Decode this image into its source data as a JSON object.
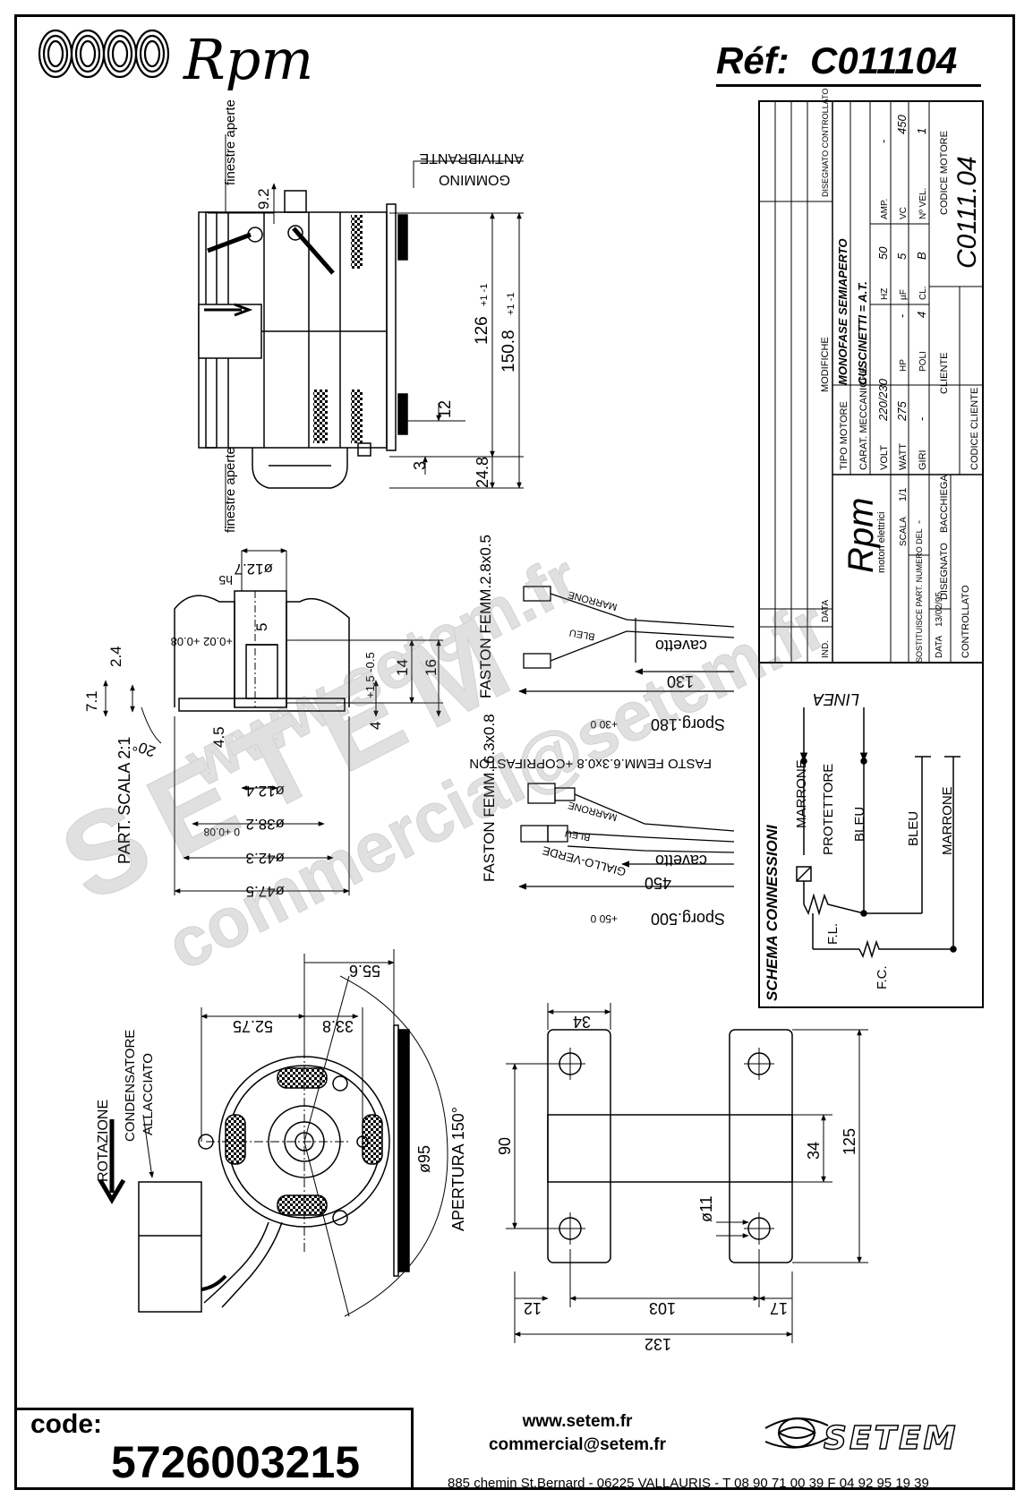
{
  "header": {
    "brand": "Rpm",
    "ref_label": "Réf:",
    "ref_code": "C011104"
  },
  "title_block": {
    "modifiche": "MODIFICHE",
    "disegnato_controllato": "DISEGNATO CONTROLLATO",
    "ind": "IND.",
    "data_col": "DATA",
    "tipo_motore_label": "TIPO MOTORE",
    "tipo_motore_value": "MONOFASE SEMIAPERTO",
    "carat_label": "CARAT. MECCANICHE",
    "carat_value": "CUSCINETTI = A.T.",
    "volt_label": "VOLT",
    "volt_value": "220/230",
    "hz_label": "HZ",
    "hz_value": "50",
    "amp_label": "AMP.",
    "amp_value": "-",
    "watt_label": "WATT",
    "watt_value": "275",
    "hp_label": "HP",
    "hp_value": "-",
    "uf_label": "µF",
    "uf_value": "5",
    "vc_label": "VC",
    "vc_value": "450",
    "giri_label": "GIRI",
    "giri_value": "-",
    "poli_label": "POLI",
    "poli_value": "4",
    "cl_label": "CL.",
    "cl_value": "B",
    "nvel_label": "Nº VEL.",
    "nvel_value": "1",
    "cliente_label": "CLIENTE",
    "codice_motore_label": "CODICE MOTORE",
    "codice_motore_value": "C0111.04",
    "codice_cliente_label": "CODICE CLIENTE",
    "company": "Rpm",
    "company_sub": "motori elettrici",
    "sostituisce": "SOSTITUISCE PART. NUMERO DEL",
    "sostituisce_value": "-",
    "scala_label": "SCALA",
    "scala_value": "1/1",
    "data_label": "DATA",
    "data_value": "13/02/95",
    "disegnato_label": "DISEGNATO",
    "disegnato_value": "BACCHIEGA",
    "controllato_label": "CONTROLLATO",
    "schema_title": "SCHEMA CONNESSIONI",
    "linea": "LINEA",
    "marrone": "MARRONE",
    "protettore": "PROTETTORE",
    "bleu": "BLEU",
    "fl": "F.L.",
    "fc": "F.C."
  },
  "drawing": {
    "finestre_aperte": "finestre aperte",
    "antivibrante": "ANTIVIBRANTE",
    "gommino": "GOMMINO",
    "dim_92": "9.2",
    "dim_126": "126",
    "tol_126": "+1 -1",
    "dim_1508": "150.8",
    "tol_1508": "+1 -1",
    "dim_12": "12",
    "dim_3": "3",
    "dim_248": "24.8",
    "part_scala": "PART. SCALA 2:1",
    "d127": "ø12.7",
    "h5": "h5",
    "tol_5": "+0.02 +0.08",
    "dim_5": "5",
    "dim_24": "2.4",
    "dim_71": "7.1",
    "dim_14": "14",
    "dim_16": "16",
    "tol_15": "+1.5 -0.5",
    "dim_4": "4",
    "dim_45": "4.5",
    "angle_20": "20°",
    "d124": "ø12.4",
    "d382": "ø38.2",
    "tol_382": "0 +0.08",
    "d423": "ø42.3",
    "d475": "ø47.5",
    "faston1": "FASTON FEMM.2.8x0.5",
    "marrone": "MARRONE",
    "bleu": "BLEU",
    "cavetto": "cavetto",
    "dim_130": "130",
    "sporg180": "Sporg.180",
    "tol_180": "+30 0",
    "faston2": "FASTON FEMM. 6.3x0.8",
    "fasto_cop": "FASTO FEMM.6.3x0.8 +COPRIFASTON",
    "giallo_verde": "GIALLO-VERDE",
    "dim_450": "450",
    "sporg500": "Sporg.500",
    "tol_500": "+50 0",
    "dim_556": "55.6",
    "dim_5275": "52.75",
    "dim_338": "33.8",
    "d95": "ø95",
    "apertura": "APERTURA 150°",
    "rotazione": "ROTAZIONE",
    "condensatore": "CONDENSATORE",
    "allacciato": "ALLACCIATO",
    "dim_34a": "34",
    "dim_90": "90",
    "dim_34b": "34",
    "dim_125": "125",
    "d11": "ø11",
    "dim_12b": "12",
    "dim_103": "103",
    "dim_17": "17",
    "dim_132": "132"
  },
  "watermark": {
    "line1": "www.setem.fr",
    "line2": "SETEM",
    "line3": "commercial@setem.fr"
  },
  "footer": {
    "code_label": "code:",
    "code_value": "5726003215",
    "website": "www.setem.fr",
    "email": "commercial@setem.fr",
    "address": "885 chemin St.Bernard  -  06225 VALLAURIS  -  T 08 90 71 00 39   F 04 92 95 19 39",
    "brand": "SETEM"
  }
}
